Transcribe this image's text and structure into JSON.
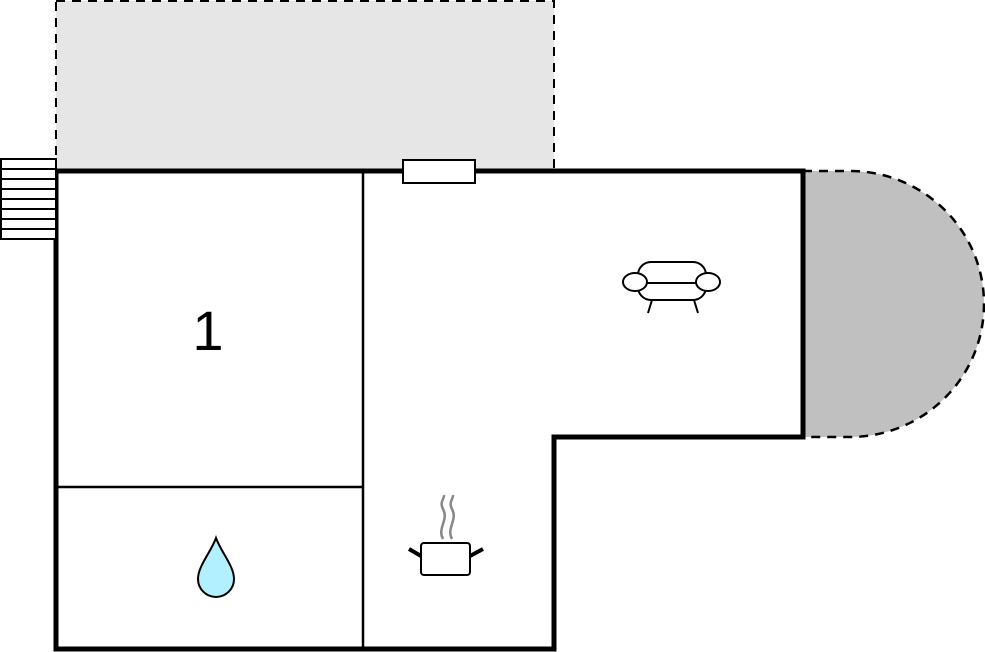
{
  "floor_plan": {
    "rooms": [
      {
        "id": "bedroom",
        "label": "1"
      },
      {
        "id": "bathroom",
        "icon": "water-drop-icon"
      },
      {
        "id": "living-room",
        "icon": "sofa-icon"
      },
      {
        "id": "kitchen",
        "icon": "cooking-pot-icon"
      }
    ],
    "outdoor_areas": [
      {
        "id": "terrace",
        "style": "dashed-outline",
        "fill": "#e6e6e6"
      },
      {
        "id": "semicircular-terrace",
        "style": "dashed-outline",
        "fill": "#c0c0c0"
      }
    ],
    "features": [
      "stairs",
      "window"
    ]
  },
  "colors": {
    "wall": "#000000",
    "terrace": "#e6e6e6",
    "round_terrace": "#c0c0c0",
    "water": "#b3f0ff",
    "steam": "#888888"
  }
}
